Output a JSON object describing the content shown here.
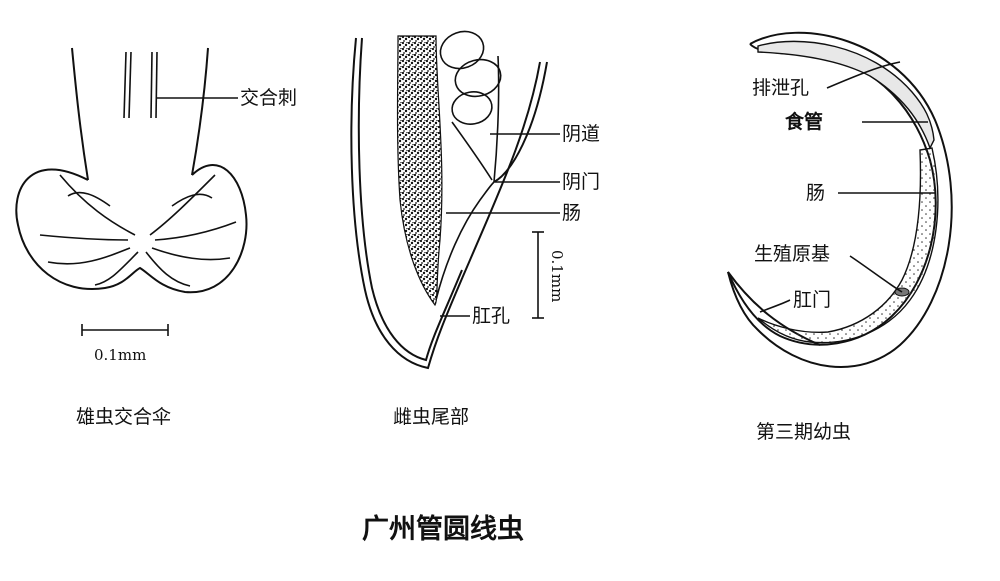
{
  "figure": {
    "title": "广州管圆线虫",
    "panels": [
      {
        "caption": "雄虫交合伞",
        "labels": [
          "交合刺"
        ],
        "scale_bar": "0.1mm"
      },
      {
        "caption": "雌虫尾部",
        "labels": [
          "阴道",
          "阴门",
          "肠",
          "肛孔"
        ],
        "scale_bar": "0.1mm"
      },
      {
        "caption": "第三期幼虫",
        "labels": [
          "排泄孔",
          "食管",
          "肠",
          "生殖原基",
          "肛门"
        ]
      }
    ]
  }
}
